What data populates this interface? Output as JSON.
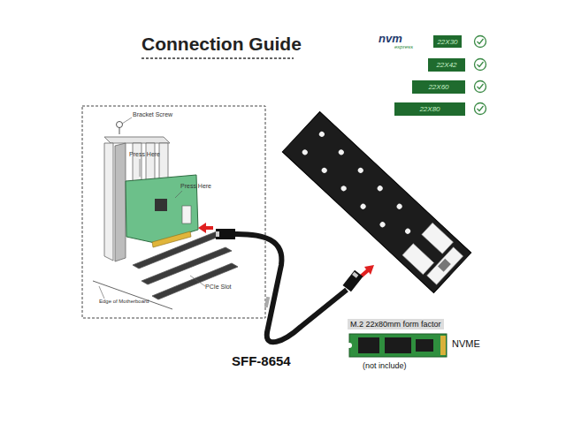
{
  "diagram": {
    "title": "Connection Guide",
    "nodes": [
      {
        "text": [
          "22X30"
        ]
      },
      {
        "text": [
          "22X42"
        ]
      },
      {
        "text": [
          "22X60"
        ]
      },
      {
        "text": [
          "22X80"
        ]
      },
      {
        "text": [
          "M.2 22x80mm form factor"
        ]
      }
    ],
    "labels": [
      "nvm",
      "express",
      "Bracket Screw",
      "Press Here",
      "Press Here",
      "PCIe Slot",
      "Edge of Motherboard",
      "SFF-8654",
      "NVME",
      "(not include)"
    ]
  }
}
